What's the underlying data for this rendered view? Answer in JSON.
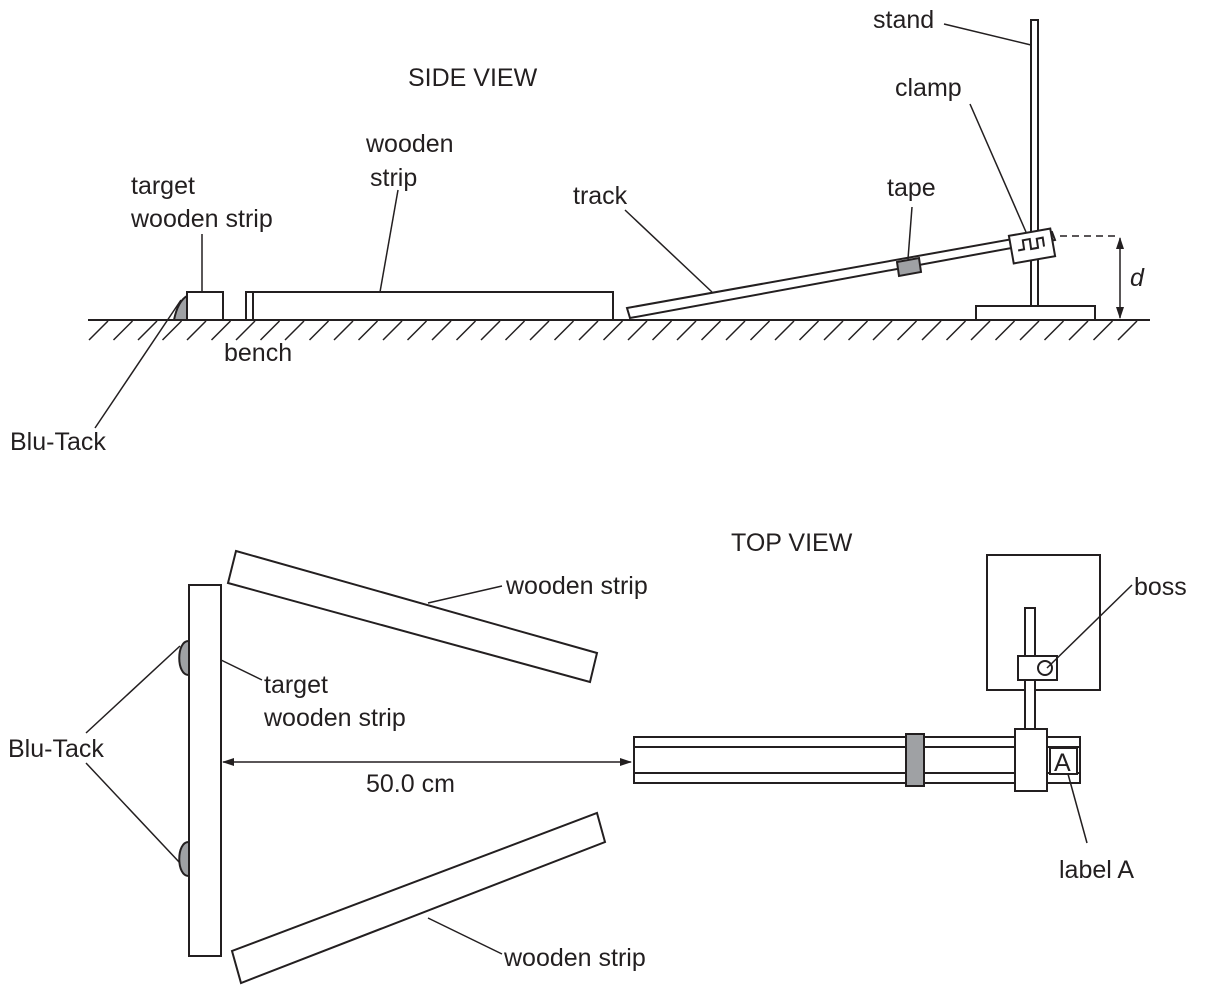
{
  "side_view": {
    "heading": "SIDE VIEW",
    "labels": {
      "stand": "stand",
      "clamp": "clamp",
      "tape": "tape",
      "track": "track",
      "wooden_strip_line1": "wooden",
      "wooden_strip_line2": "strip",
      "target_line1": "target",
      "target_line2": "wooden strip",
      "bench": "bench",
      "blu_tack": "Blu-Tack",
      "height": "d"
    }
  },
  "top_view": {
    "heading": "TOP VIEW",
    "labels": {
      "wooden_strip_upper": "wooden strip",
      "wooden_strip_lower": "wooden strip",
      "target_line1": "target",
      "target_line2": "wooden strip",
      "blu_tack": "Blu-Tack",
      "distance": "50.0 cm",
      "boss": "boss",
      "label_a": "label A",
      "track_letter": "A"
    }
  },
  "colors": {
    "ink": "#231f20",
    "grey_fill": "#9fa1a4",
    "background": "#ffffff"
  }
}
